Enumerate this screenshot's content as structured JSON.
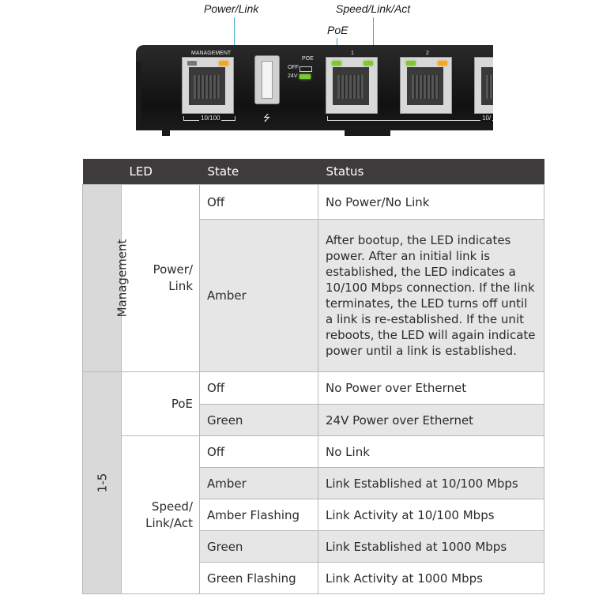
{
  "callouts": {
    "power_link": "Power/Link",
    "speed_link_act": "Speed/Link/Act",
    "poe": "PoE"
  },
  "device": {
    "management_label": "MANAGEMENT",
    "port1_label": "1",
    "port2_label": "2",
    "speed_label_left": "10/100",
    "speed_label_right": "10/",
    "poe_label": "POE",
    "off_label": "OFF",
    "v24_label": "24V",
    "usb_symbol": "⭍",
    "colors": {
      "amber": "#f5a623",
      "green": "#7ec832"
    }
  },
  "table": {
    "headers": [
      "LED",
      "State",
      "Status"
    ],
    "groups": {
      "management": "Management",
      "ports": "1-5"
    },
    "led_names": {
      "power_link": "Power/ Link",
      "poe": "PoE",
      "speed_link_act": "Speed/ Link/Act"
    },
    "rows": [
      {
        "state": "Off",
        "status": "No Power/No Link"
      },
      {
        "state": "Amber",
        "status": "After bootup, the LED indicates power. After an initial link is established, the LED indicates a 10/100 Mbps connection. If the link terminates, the LED turns off until a link is re-established. If the unit reboots, the LED will again indicate power until a link is established."
      },
      {
        "state": "Off",
        "status": "No Power over Ethernet"
      },
      {
        "state": "Green",
        "status": "24V Power over Ethernet"
      },
      {
        "state": "Off",
        "status": "No Link"
      },
      {
        "state": "Amber",
        "status": "Link Established at 10/100 Mbps"
      },
      {
        "state": "Amber Flashing",
        "status": "Link Activity at 10/100 Mbps"
      },
      {
        "state": "Green",
        "status": "Link Established at 1000 Mbps"
      },
      {
        "state": "Green Flashing",
        "status": "Link Activity at 1000 Mbps"
      }
    ]
  }
}
